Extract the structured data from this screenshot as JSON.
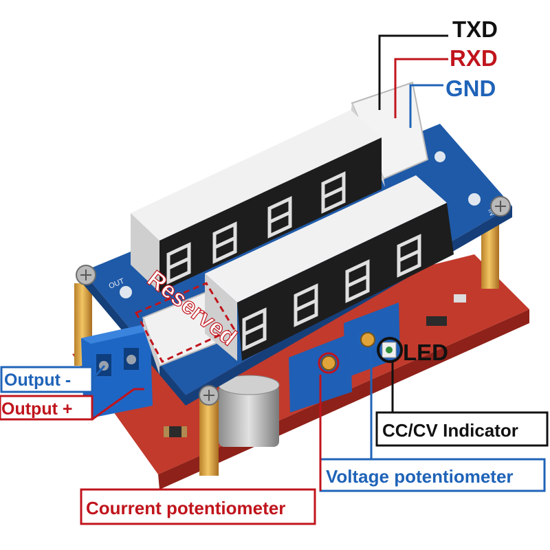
{
  "labels": {
    "txd": "TXD",
    "rxd": "RXD",
    "gnd": "GND",
    "led": "LED",
    "cc_cv_indicator": "CC/CV Indicator",
    "voltage_potentiometer": "Voltage potentiometer",
    "current_potentiometer": "Courrent potentiometer",
    "output_minus": "Output -",
    "output_plus": "Output +",
    "reserved": "Reserved"
  },
  "silkscreen": {
    "out": "OUT",
    "in": "IN"
  },
  "colors": {
    "black": "#111111",
    "red": "#c0141c",
    "blue": "#1f63b8",
    "pcb_blue": "#1f5aa8",
    "pcb_red": "#c23a2c",
    "brass": "#e0a43a",
    "display_white": "#e9e9e9",
    "display_dark": "#1d1d1d"
  }
}
